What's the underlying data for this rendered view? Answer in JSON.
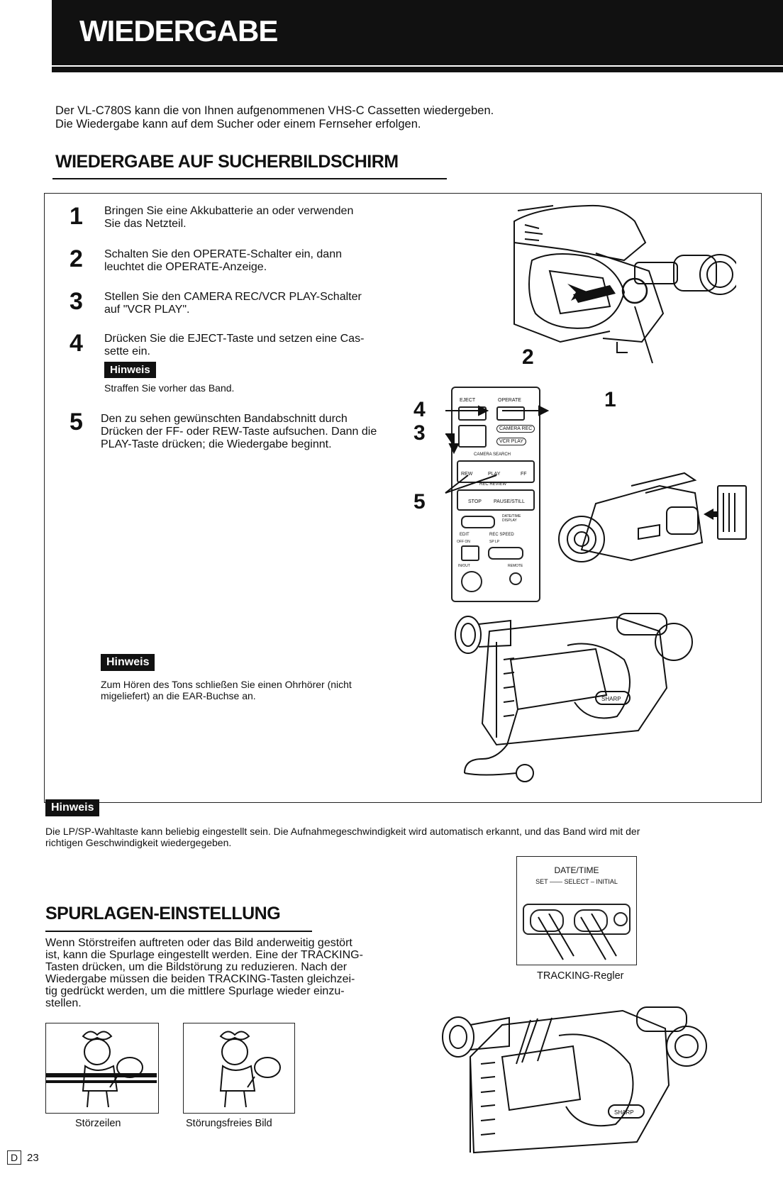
{
  "header": {
    "title": "WIEDERGABE"
  },
  "intro": {
    "line1": "Der VL-C780S kann die von Ihnen aufgenommenen VHS-C Cassetten wiedergeben.",
    "line2": "Die Wiedergabe kann auf dem Sucher oder einem Fernseher erfolgen."
  },
  "section1": {
    "title": "WIEDERGABE AUF SUCHERBILDSCHIRM",
    "steps": [
      {
        "num": "1",
        "line1": "Bringen Sie eine Akkubatterie an oder verwenden",
        "line2": "Sie das Netzteil."
      },
      {
        "num": "2",
        "line1": "Schalten Sie den OPERATE-Schalter ein, dann",
        "line2": "leuchtet die OPERATE-Anzeige."
      },
      {
        "num": "3",
        "line1": "Stellen Sie den CAMERA REC/VCR PLAY-Schalter",
        "line2": "auf \"VCR PLAY\"."
      },
      {
        "num": "4",
        "line1": "Drücken Sie die EJECT-Taste und setzen eine Cas-",
        "line2": "sette ein."
      },
      {
        "num": "5",
        "line1": "Den zu sehen gewünschten Bandabschnitt durch",
        "line2": "Drücken der FF- oder REW-Taste aufsuchen. Dann die",
        "line3": "PLAY-Taste drücken; die Wiedergabe beginnt."
      }
    ],
    "hinweis_label": "Hinweis",
    "hinweis_step4": "Straffen Sie vorher das Band.",
    "hinweis_ear_line1": "Zum Hören des Tons schließen Sie einen Ohrhörer (nicht",
    "hinweis_ear_line2": "migeliefert) an die EAR-Buchse an.",
    "figure_labels": {
      "num1": "1",
      "num2": "2",
      "num3": "3",
      "num4": "4",
      "num5": "5",
      "eject": "EJECT",
      "operate": "OPERATE",
      "camera_rec": "CAMERA REC",
      "vcr_play": "VCR PLAY",
      "camera_search": "CAMERA SEARCH",
      "rew": "REW",
      "play": "PLAY",
      "ff": "FF",
      "rec_review": "REC REVIEW",
      "stop": "STOP",
      "pause_still": "PAUSE/STILL",
      "date_time_display": "DATE/TIME DISPLAY",
      "edit": "EDIT",
      "off_on": "OFF ON",
      "rec_speed": "REC SPEED",
      "sp_lp": "SP LP",
      "in_out": "IN/OUT",
      "remote": "REMOTE",
      "sharp": "SHARP"
    }
  },
  "hinweis_main": {
    "label": "Hinweis",
    "line1": "Die LP/SP-Wahltaste kann beliebig eingestellt sein. Die Aufnahmegeschwindigkeit wird automatisch erkannt, und das Band wird mit der",
    "line2": "richtigen Geschwindigkeit wiedergegeben."
  },
  "section2": {
    "title": "SPURLAGEN-EINSTELLUNG",
    "lines": [
      "Wenn Störstreifen auftreten oder das Bild anderweitig gestört",
      "ist, kann die Spurlage eingestellt werden. Eine der TRACKING-",
      "Tasten drücken, um die Bildstörung zu reduzieren. Nach der",
      "Wiedergabe müssen die beiden TRACKING-Tasten gleichzei-",
      "tig gedrückt werden, um die mittlere Spurlage wieder einzu-",
      "stellen."
    ],
    "thumb1_caption": "Störzeilen",
    "thumb2_caption": "Störungsfreies Bild",
    "date_time_label": "DATE/TIME",
    "set_select_label": "SET —— SELECT – INITIAL",
    "tracking_caption": "TRACKING-Regler"
  },
  "footer": {
    "lang": "D",
    "page": "23"
  }
}
